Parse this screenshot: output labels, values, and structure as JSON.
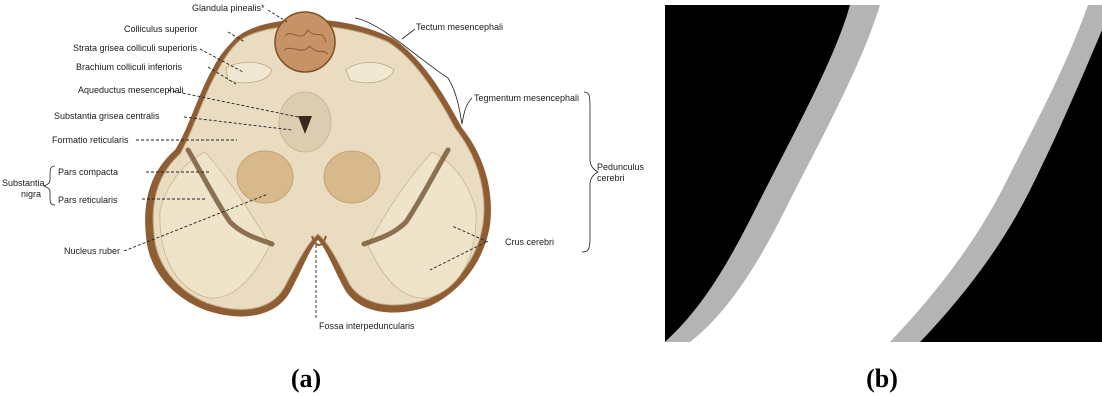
{
  "panel_a": {
    "labels": {
      "glandula": "Glandula pinealis*",
      "coll_sup": "Colliculus superior",
      "strata": "Strata grisea colliculi superioris",
      "brachium": "Brachium colliculi inferioris",
      "aqueduct": "Aqueductus mesencephali",
      "subst_grisea": "Substantia grisea centralis",
      "formatio": "Formatio reticularis",
      "substantia": "Substantia",
      "nigra": "nigra",
      "pars_compacta": "Pars compacta",
      "pars_reticularis": "Pars reticularis",
      "nucleus_ruber": "Nucleus ruber",
      "fossa": "Fossa interpeduncularis",
      "tectum": "Tectum mesencephali",
      "tegmentum": "Tegmentum mesencephali",
      "pedunculus": "Pedunculus",
      "cerebri": "cerebri",
      "crus": "Crus cerebri"
    },
    "caption": "(a)"
  },
  "panel_b": {
    "caption": "(b)",
    "colors": {
      "dark": "#000000",
      "light": "#ffffff"
    }
  },
  "colors": {
    "tissue": "#e9dcc0",
    "tissue_edge": "#bfa783",
    "brown_edge": "#8f5d33",
    "nucleus": "#d8b98c",
    "dark_band": "#6b4a2a"
  }
}
